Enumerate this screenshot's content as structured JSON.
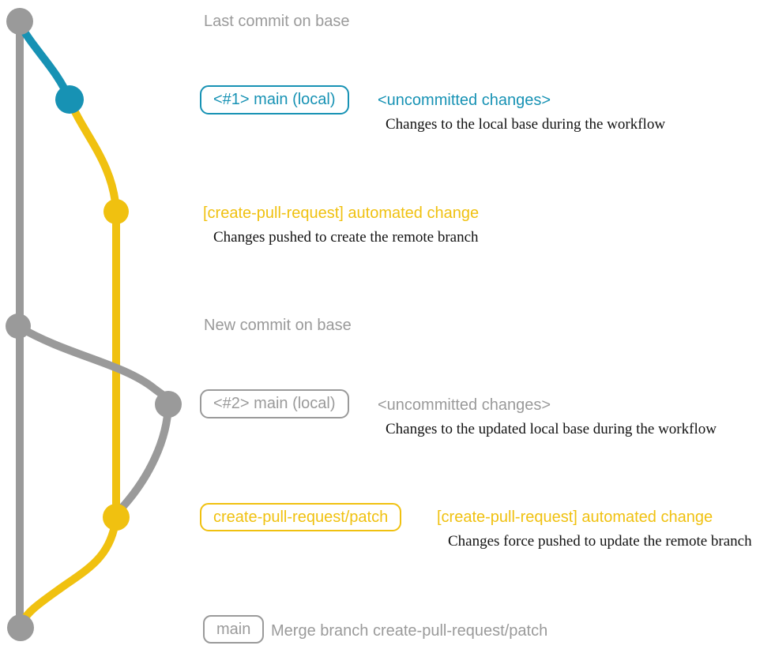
{
  "colors": {
    "gray": "#9a9a9a",
    "teal": "#1792b4",
    "yellow": "#f0c110",
    "dark": "#131313",
    "background": "#ffffff"
  },
  "timeline": {
    "last_commit_label": "Last commit on base",
    "new_commit_label": "New commit on base"
  },
  "row_local1": {
    "branch_badge": "<#1> main (local)",
    "status": "<uncommitted changes>",
    "description": "Changes to the local base during the workflow"
  },
  "row_push1": {
    "commit_message": "[create-pull-request] automated change",
    "description": "Changes pushed to create the remote branch"
  },
  "row_local2": {
    "branch_badge": "<#2> main (local)",
    "status": "<uncommitted changes>",
    "description": "Changes to the updated local base during the workflow"
  },
  "row_push2": {
    "branch_badge": "create-pull-request/patch",
    "commit_message": "[create-pull-request] automated change",
    "description": "Changes force pushed to update the remote branch"
  },
  "row_merge": {
    "branch_badge": "main",
    "commit_message": "Merge branch create-pull-request/patch"
  }
}
